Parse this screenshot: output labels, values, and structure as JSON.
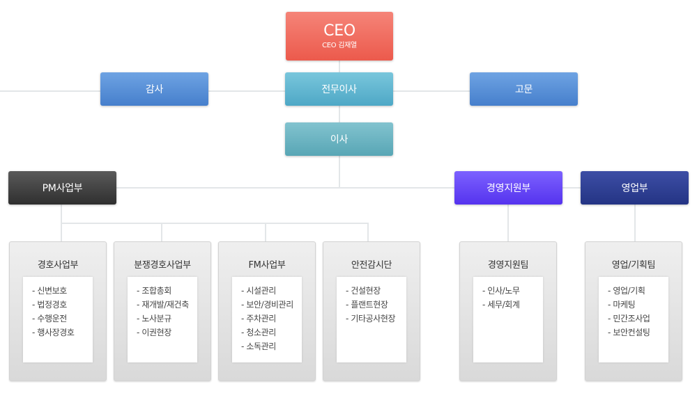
{
  "ceo": {
    "title": "CEO",
    "name": "CEO 김재열"
  },
  "row2": {
    "audit": "감사",
    "managing_director": "전무이사",
    "advisor": "고문"
  },
  "director": "이사",
  "divisions": {
    "pm": "PM사업부",
    "management": "경영지원부",
    "sales": "영업부"
  },
  "colors": {
    "ceo": "#ec5a4c",
    "audit": "#5a8fd8",
    "managing_director": "#60b6d2",
    "director": "#6cb5c2",
    "pm": "#3f3f3f",
    "management": "#5f3cf5",
    "sales": "#2b3a8f",
    "connector": "#e3e6e8"
  },
  "departments": [
    {
      "title": "경호사업부",
      "items": [
        "- 신변보호",
        "- 법정경호",
        "- 수행운전",
        "- 행사장경호"
      ]
    },
    {
      "title": "분쟁경호사업부",
      "items": [
        "- 조합총회",
        "- 재개발/재건축",
        "- 노사분규",
        "- 이권현장"
      ]
    },
    {
      "title": "FM사업부",
      "items": [
        "- 시설관리",
        "- 보안/경비관리",
        "- 주차관리",
        "- 청소관리",
        "- 소독관리"
      ]
    },
    {
      "title": "안전감시단",
      "items": [
        "- 건설현장",
        "- 플랜트현장",
        "- 기타공사현장"
      ]
    },
    {
      "title": "경영지원팀",
      "items": [
        "- 인사/노무",
        "- 세무/회계"
      ]
    },
    {
      "title": "영업/기획팀",
      "items": [
        "- 영업/기획",
        "- 마케팅",
        "- 민간조사업",
        "- 보안컨설팅"
      ]
    }
  ]
}
